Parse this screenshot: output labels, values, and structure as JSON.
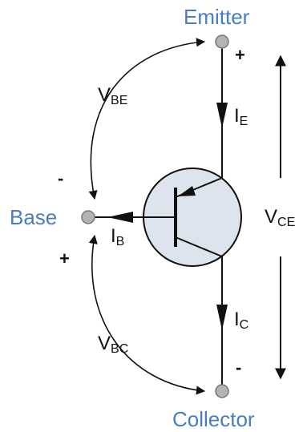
{
  "terminals": {
    "emitter": "Emitter",
    "base": "Base",
    "collector": "Collector"
  },
  "currents": {
    "ie": {
      "main": "I",
      "sub": "E"
    },
    "ib": {
      "main": "I",
      "sub": "B"
    },
    "ic": {
      "main": "I",
      "sub": "C"
    }
  },
  "voltages": {
    "vbe": {
      "main": "V",
      "sub": "BE"
    },
    "vbc": {
      "main": "V",
      "sub": "BC"
    },
    "vce": {
      "main": "V",
      "sub": "CE"
    }
  },
  "polarity": {
    "emitter": "+",
    "collector": "-",
    "base_top": "-",
    "base_bottom": "+"
  },
  "colors": {
    "label_blue": "#4a7dbf",
    "transistor_fill": "#dde4ee",
    "terminal_fill": "#b3b3b3",
    "line": "#111111"
  }
}
